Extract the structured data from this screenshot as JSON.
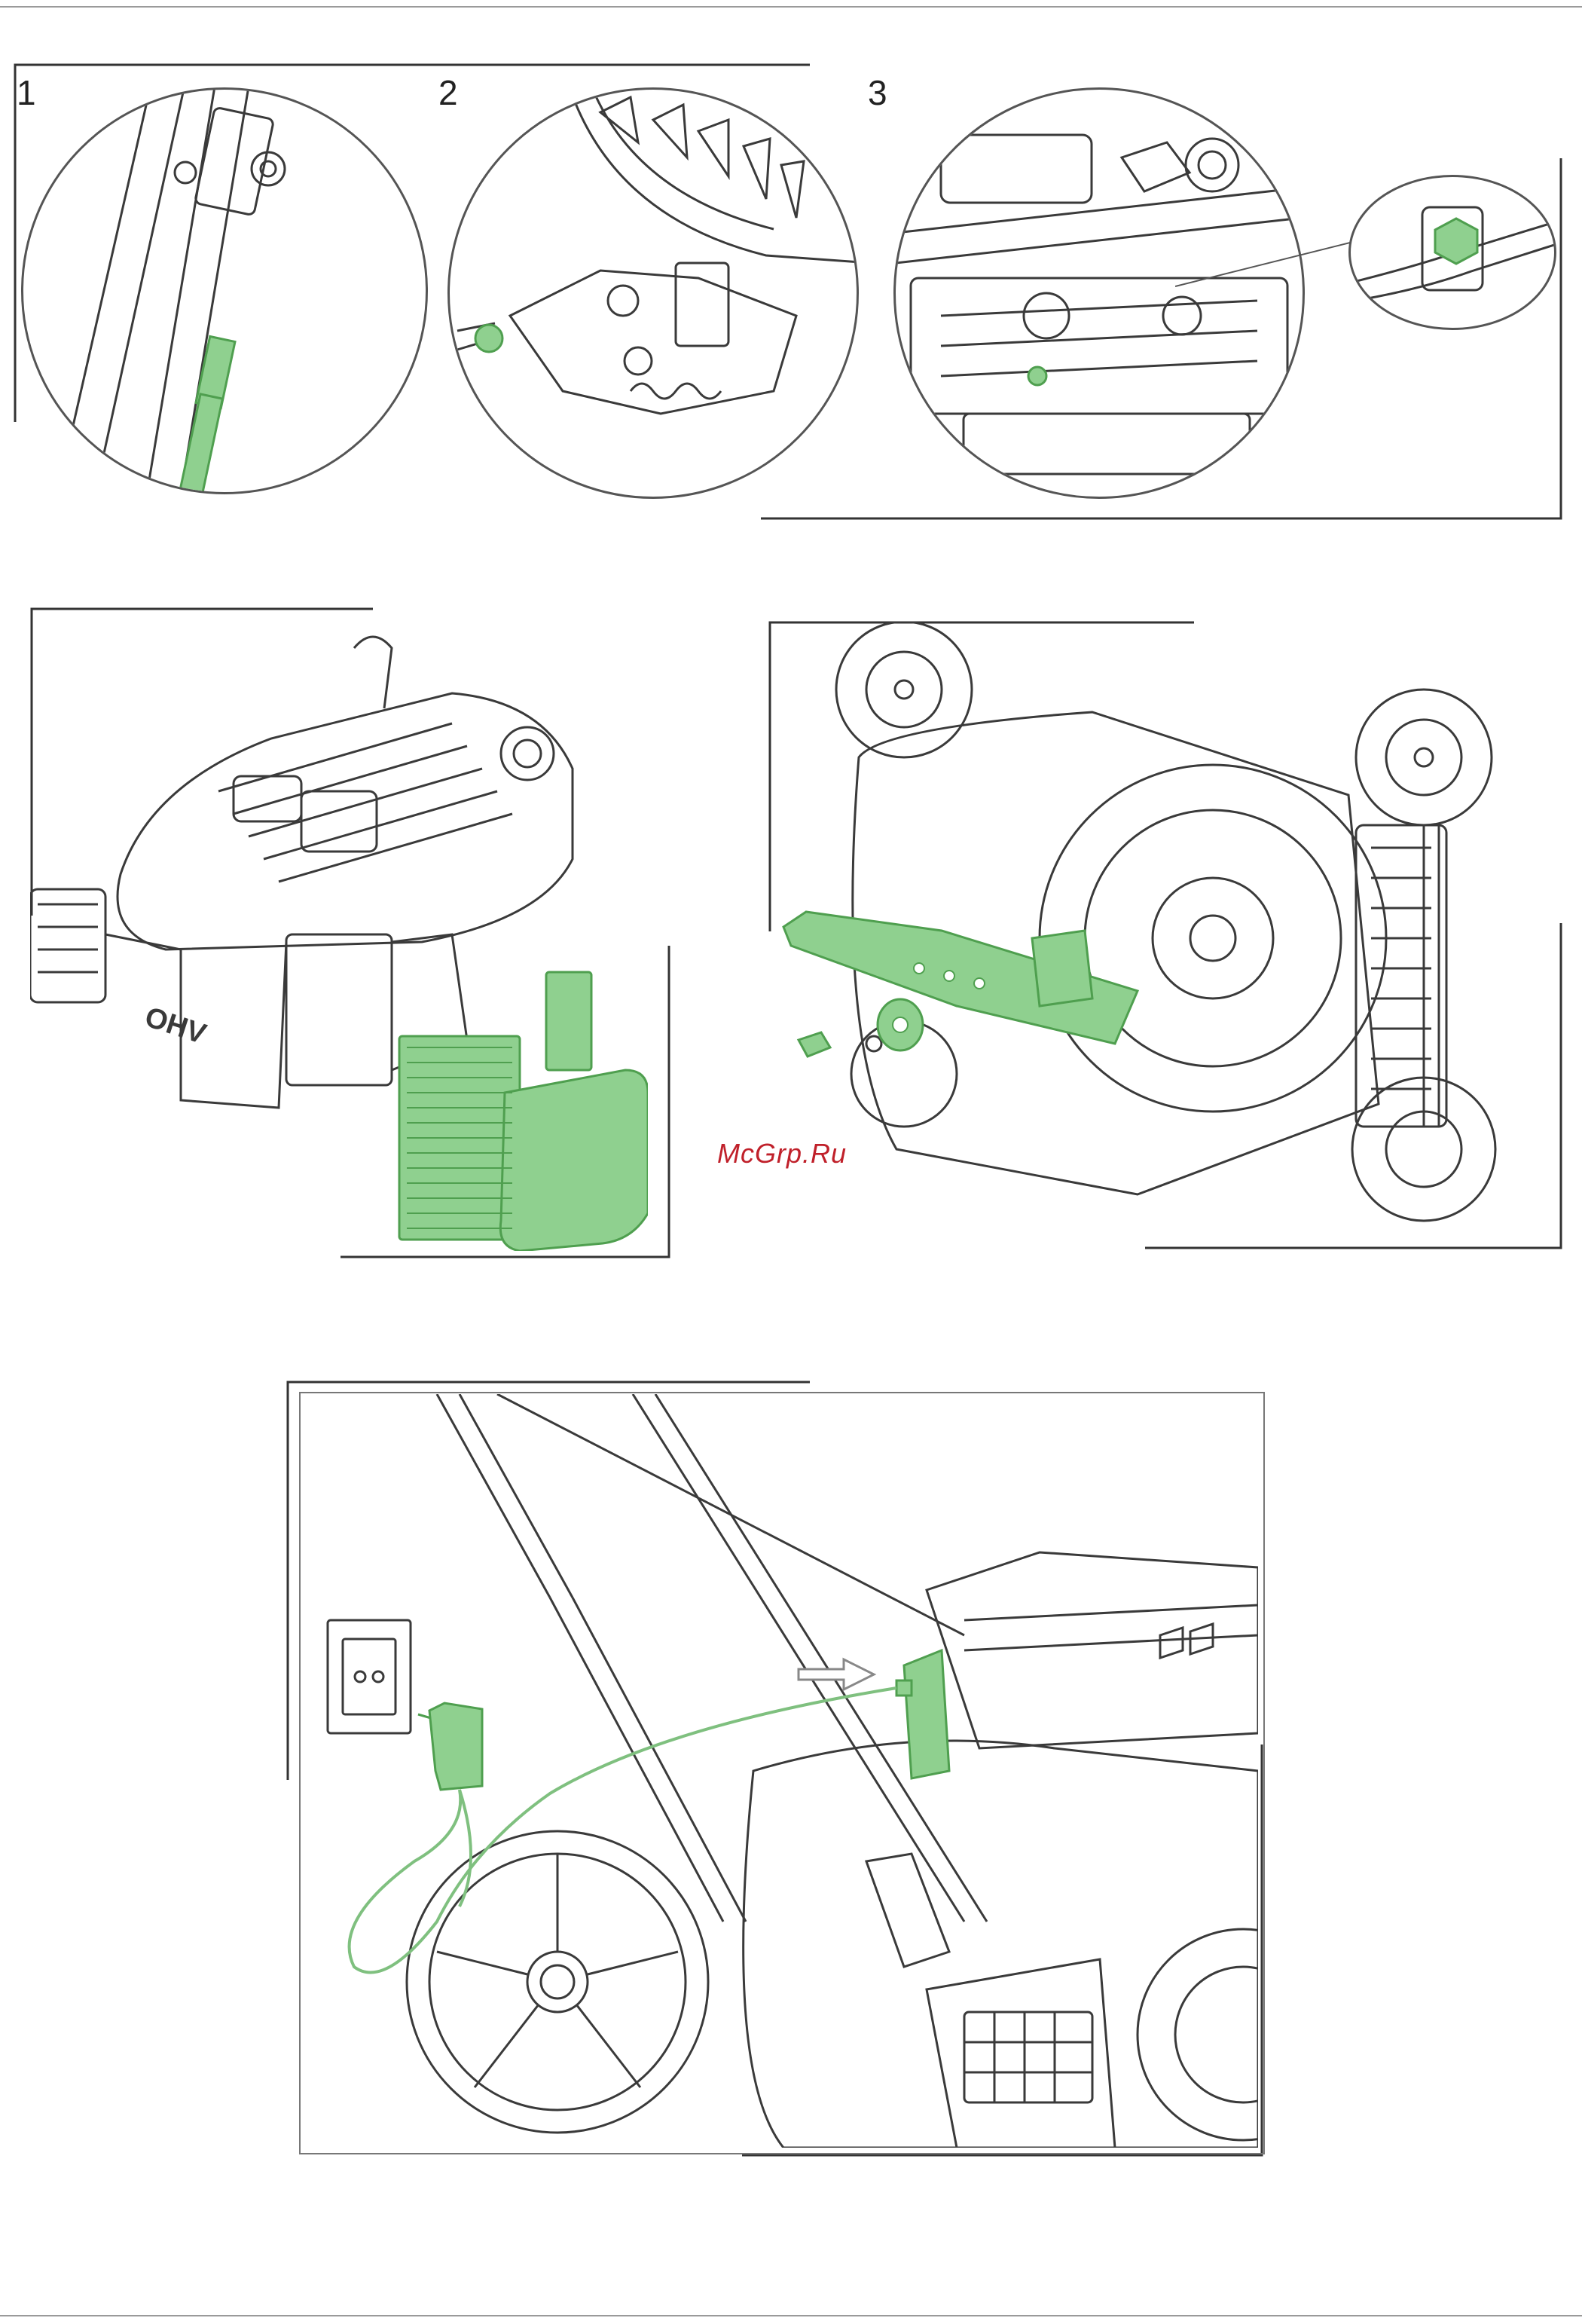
{
  "steps": {
    "step1": "1",
    "step2": "2",
    "step3": "3"
  },
  "engine_badge": "OHV",
  "watermark": "McGrp.Ru",
  "colors": {
    "highlight": "#8fd08f",
    "highlight_stroke": "#4f9f4f",
    "line": "#3a3a3a",
    "watermark": "#c0202a"
  },
  "icons": [
    "cable-clip-icon",
    "throttle-lever-icon",
    "cable-nut-icon",
    "air-filter-icon",
    "mower-blade-icon",
    "battery-charger-icon",
    "arrow-right-icon",
    "wall-socket-icon"
  ]
}
